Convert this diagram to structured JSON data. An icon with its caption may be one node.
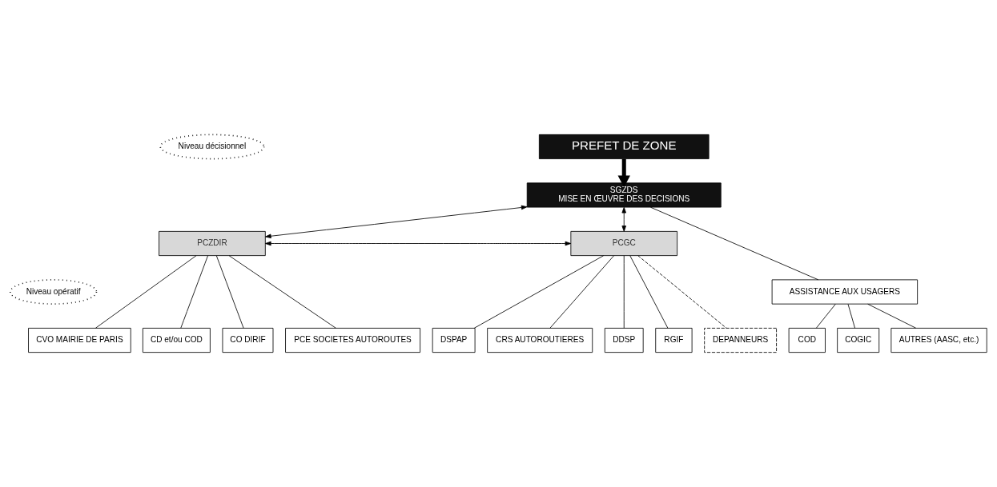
{
  "diagram": {
    "nodes": [
      {
        "text": [
          "Niveau décisionnel"
        ]
      },
      {
        "text": [
          "PREFET DE ZONE"
        ]
      },
      {
        "text": [
          "SGZDS",
          "MISE EN ŒUVRE DES DECISIONS"
        ]
      },
      {
        "text": [
          "PCZDIR"
        ]
      },
      {
        "text": [
          "PCGC"
        ]
      },
      {
        "text": [
          "Niveau opératif"
        ]
      },
      {
        "text": [
          "ASSISTANCE AUX USAGERS"
        ]
      },
      {
        "text": [
          "COD"
        ]
      },
      {
        "text": [
          "COGIC"
        ]
      },
      {
        "text": [
          "AUTRES (AASC, etc.)"
        ]
      },
      {
        "text": [
          "CVO MAIRIE DE PARIS"
        ]
      },
      {
        "text": [
          "CD et/ou COD"
        ]
      },
      {
        "text": [
          "CO DIRIF"
        ]
      },
      {
        "text": [
          "PCE SOCIETES AUTOROUTES"
        ]
      },
      {
        "text": [
          "DSPAP"
        ]
      },
      {
        "text": [
          "CRS AUTOROUTIERES"
        ]
      },
      {
        "text": [
          "DDSP"
        ]
      },
      {
        "text": [
          "RGIF"
        ]
      },
      {
        "text": [
          "DEPANNEURS"
        ]
      }
    ],
    "edges": [
      {
        "from": 1,
        "to": 2,
        "arrow": "to",
        "style": "thick"
      },
      {
        "from": 2,
        "to": 3,
        "arrow": "both"
      },
      {
        "from": 2,
        "to": 4,
        "arrow": "both"
      },
      {
        "from": 3,
        "to": 4,
        "arrow": "both"
      },
      {
        "from": 2,
        "to": 6,
        "arrow": "none"
      },
      {
        "from": 6,
        "to": 7,
        "arrow": "none"
      },
      {
        "from": 6,
        "to": 8,
        "arrow": "none"
      },
      {
        "from": 6,
        "to": 9,
        "arrow": "none"
      },
      {
        "from": 3,
        "to": 10,
        "arrow": "none"
      },
      {
        "from": 3,
        "to": 11,
        "arrow": "none"
      },
      {
        "from": 3,
        "to": 12,
        "arrow": "none"
      },
      {
        "from": 3,
        "to": 13,
        "arrow": "none"
      },
      {
        "from": 4,
        "to": 14,
        "arrow": "none"
      },
      {
        "from": 4,
        "to": 15,
        "arrow": "none"
      },
      {
        "from": 4,
        "to": 16,
        "arrow": "none"
      },
      {
        "from": 4,
        "to": 17,
        "arrow": "none"
      },
      {
        "from": 4,
        "to": 18,
        "arrow": "none",
        "style": "dashed"
      }
    ]
  }
}
